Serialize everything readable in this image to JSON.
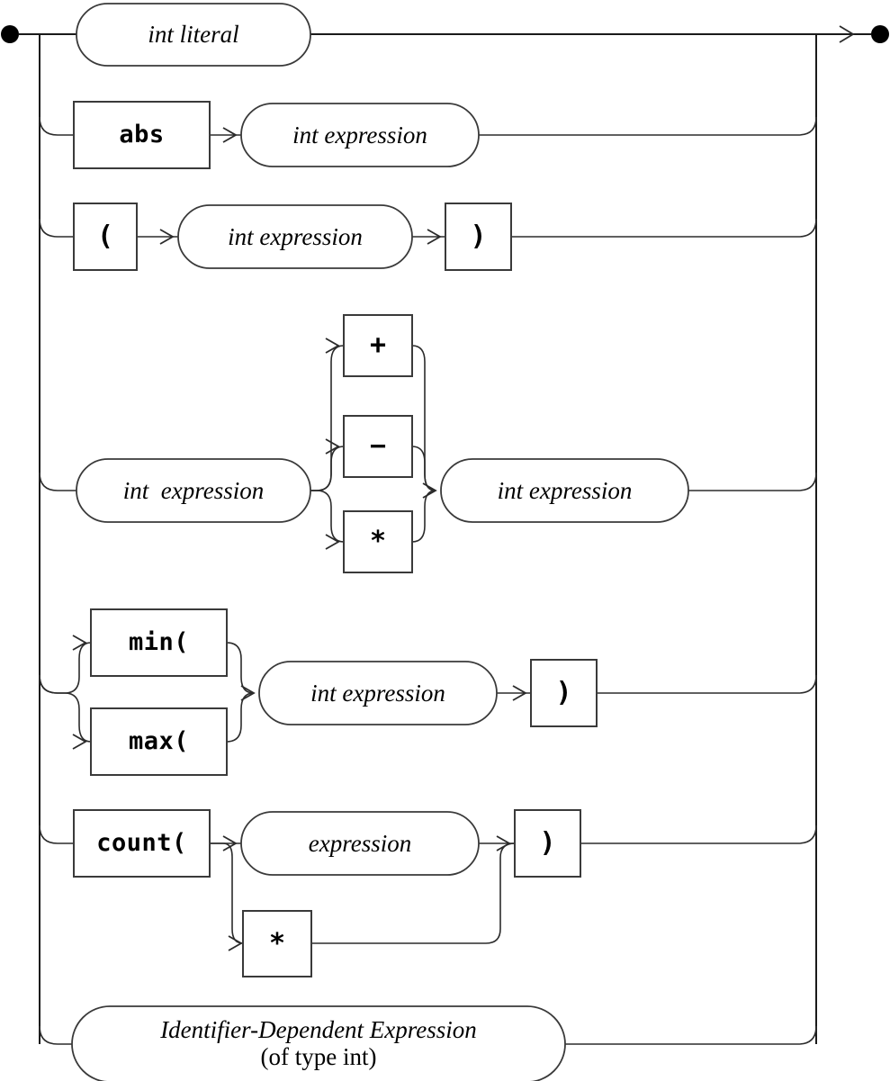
{
  "diagram": {
    "kind": "railroad-syntax-diagram",
    "title": "int expression",
    "colors": {
      "background": "#ffffff",
      "line": "#1a1a1a",
      "node_stroke": "#3a3a3a",
      "node_fill": "#ffffff",
      "text": "#000000"
    },
    "endpoints": {
      "start": "start-dot",
      "end": "end-dot",
      "end_arrow": "arrow-right"
    },
    "alternatives": [
      {
        "id": "int-literal",
        "nodes": [
          {
            "id": "int-literal-oval",
            "shape": "oval",
            "style": "italic",
            "text": "int literal"
          }
        ]
      },
      {
        "id": "abs-call",
        "nodes": [
          {
            "id": "abs-box",
            "shape": "box",
            "style": "mono",
            "text": "abs"
          },
          {
            "id": "abs-arg-oval",
            "shape": "oval",
            "style": "italic",
            "text": "int expression"
          }
        ]
      },
      {
        "id": "parenthesized",
        "nodes": [
          {
            "id": "paren-open-box",
            "shape": "box",
            "style": "symbol",
            "text": "("
          },
          {
            "id": "paren-arg-oval",
            "shape": "oval",
            "style": "italic",
            "text": "int expression"
          },
          {
            "id": "paren-close-box",
            "shape": "box",
            "style": "symbol",
            "text": ")"
          }
        ]
      },
      {
        "id": "binary-operation",
        "nodes": [
          {
            "id": "binop-left-oval",
            "shape": "oval",
            "style": "italic",
            "text": "int  expression"
          },
          {
            "id": "binop-plus-box",
            "shape": "box",
            "style": "symbol",
            "text": "+"
          },
          {
            "id": "binop-minus-box",
            "shape": "box",
            "style": "symbol",
            "text": "−"
          },
          {
            "id": "binop-times-box",
            "shape": "box",
            "style": "symbol",
            "text": "*"
          },
          {
            "id": "binop-right-oval",
            "shape": "oval",
            "style": "italic",
            "text": "int expression"
          }
        ]
      },
      {
        "id": "min-max-call",
        "nodes": [
          {
            "id": "min-box",
            "shape": "box",
            "style": "mono",
            "text": "min("
          },
          {
            "id": "max-box",
            "shape": "box",
            "style": "mono",
            "text": "max("
          },
          {
            "id": "minmax-arg-oval",
            "shape": "oval",
            "style": "italic",
            "text": "int expression"
          },
          {
            "id": "minmax-close-box",
            "shape": "box",
            "style": "symbol",
            "text": ")"
          }
        ]
      },
      {
        "id": "count-call",
        "nodes": [
          {
            "id": "count-box",
            "shape": "box",
            "style": "mono",
            "text": "count("
          },
          {
            "id": "count-arg-oval",
            "shape": "oval",
            "style": "italic",
            "text": "expression"
          },
          {
            "id": "count-star-box",
            "shape": "box",
            "style": "symbol",
            "text": "*"
          },
          {
            "id": "count-close-box",
            "shape": "box",
            "style": "symbol",
            "text": ")"
          }
        ]
      },
      {
        "id": "identifier-dependent",
        "nodes": [
          {
            "id": "ident-dep-oval",
            "shape": "oval",
            "style": "italic-two-line",
            "text": "Identifier-Dependent Expression",
            "text_line2": "(of type int)"
          }
        ]
      }
    ]
  }
}
